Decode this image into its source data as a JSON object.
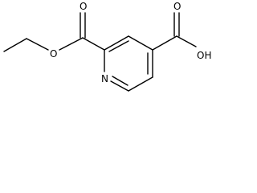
{
  "molecule": {
    "atoms": {
      "ester_ether_oxygen": "O",
      "ester_carbonyl_oxygen": "O",
      "ring_nitrogen": "N",
      "carboxyl_carbonyl_oxygen": "O",
      "carboxyl_hydroxyl": "OH"
    },
    "colors": {
      "bond": "#000000",
      "text": "#000000",
      "background": "#ffffff"
    }
  }
}
